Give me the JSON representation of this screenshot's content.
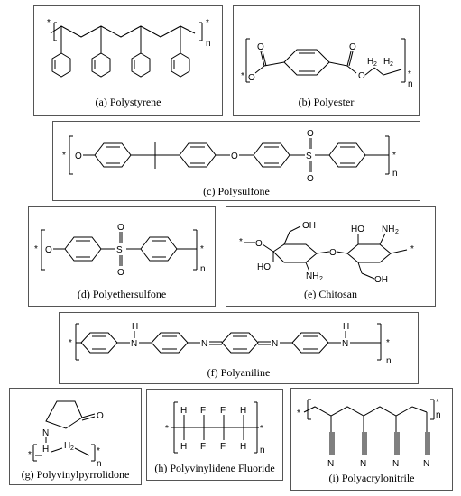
{
  "panels": {
    "a": {
      "caption": "(a) Polystyrene",
      "star": "*",
      "n": "n"
    },
    "b": {
      "caption": "(b) Polyester",
      "star": "*",
      "n": "n",
      "O": "O",
      "H": "H",
      "two": "2"
    },
    "c": {
      "caption": "(c) Polysulfone",
      "star": "*",
      "n": "n",
      "O": "O",
      "S": "S"
    },
    "d": {
      "caption": "(d) Polyethersulfone",
      "star": "*",
      "n": "n",
      "O": "O",
      "S": "S"
    },
    "e": {
      "caption": "(e) Chitosan",
      "star": "*",
      "OH": "OH",
      "HO": "HO",
      "NH": "NH",
      "two": "2",
      "O": "O"
    },
    "f": {
      "caption": "(f) Polyaniline",
      "star": "*",
      "n": "n",
      "N": "N",
      "H": "H"
    },
    "g": {
      "caption": "(g) Polyvinylpyrrolidone",
      "star": "*",
      "n": "n",
      "N": "N",
      "O": "O",
      "H": "H",
      "two": "2"
    },
    "h": {
      "caption": "(h) Polyvinylidene Fluoride",
      "star": "*",
      "n": "n",
      "H": "H",
      "F": "F"
    },
    "i": {
      "caption": "(i) Polyacrylonitrile",
      "star": "*",
      "n": "n",
      "N": "N"
    }
  }
}
